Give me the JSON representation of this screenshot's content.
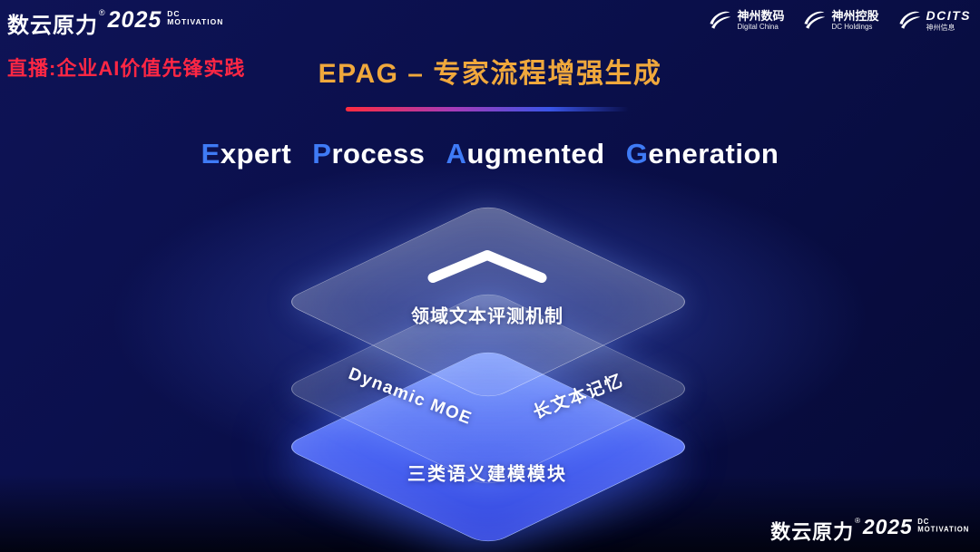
{
  "colors": {
    "background_deep": "#060a36",
    "background_glow": "#3e56d2",
    "title_gold": "#f0a83c",
    "subtitle_red": "#ff2744",
    "capital_blue": "#3f7bf6",
    "bottom_layer_blue": "#4a64f2",
    "text_white": "#ffffff"
  },
  "brand": {
    "name": "数云原力",
    "reg": "®",
    "year": "2025",
    "sub_line1": "DC",
    "sub_line2": "MOTIVATION"
  },
  "header": {
    "subtitle": "直播:企业AI价值先锋实践",
    "partners": [
      {
        "name": "神州数码",
        "sub": "Digital China"
      },
      {
        "name": "神州控股",
        "sub": "DC Holdings"
      },
      {
        "name": "DCITS",
        "sub": "神州信息"
      }
    ]
  },
  "title": {
    "cn": "EPAG – 专家流程增强生成",
    "en": [
      {
        "cap": "E",
        "rest": "xpert"
      },
      {
        "cap": "P",
        "rest": "rocess"
      },
      {
        "cap": "A",
        "rest": "ugmented"
      },
      {
        "cap": "G",
        "rest": "eneration"
      }
    ]
  },
  "diagram": {
    "top_layer_label": "领域文本评测机制",
    "middle_layer_left_label": "Dynamic MOE",
    "middle_layer_right_label": "长文本记忆",
    "bottom_layer_label": "三类语义建模模块"
  },
  "icons": {
    "chevron": "chevron-up-icon",
    "partner_logo": "swoosh-logo-icon"
  }
}
